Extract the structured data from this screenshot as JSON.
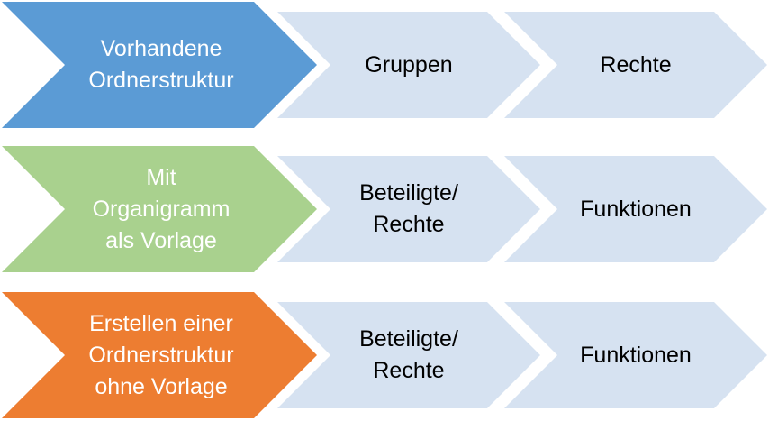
{
  "colors": {
    "blue": "#5b9bd5",
    "green": "#a9d18e",
    "orange": "#ed7d31",
    "light": "#d6e2f1"
  },
  "rows": [
    {
      "main": "Vorhandene\nOrdnerstruktur",
      "step2": "Gruppen",
      "step3": "Rechte"
    },
    {
      "main": "Mit\nOrganigramm\nals Vorlage",
      "step2": "Beteiligte/\nRechte",
      "step3": "Funktionen"
    },
    {
      "main": "Erstellen einer\nOrdnerstruktur\nohne Vorlage",
      "step2": "Beteiligte/\nRechte",
      "step3": "Funktionen"
    }
  ]
}
